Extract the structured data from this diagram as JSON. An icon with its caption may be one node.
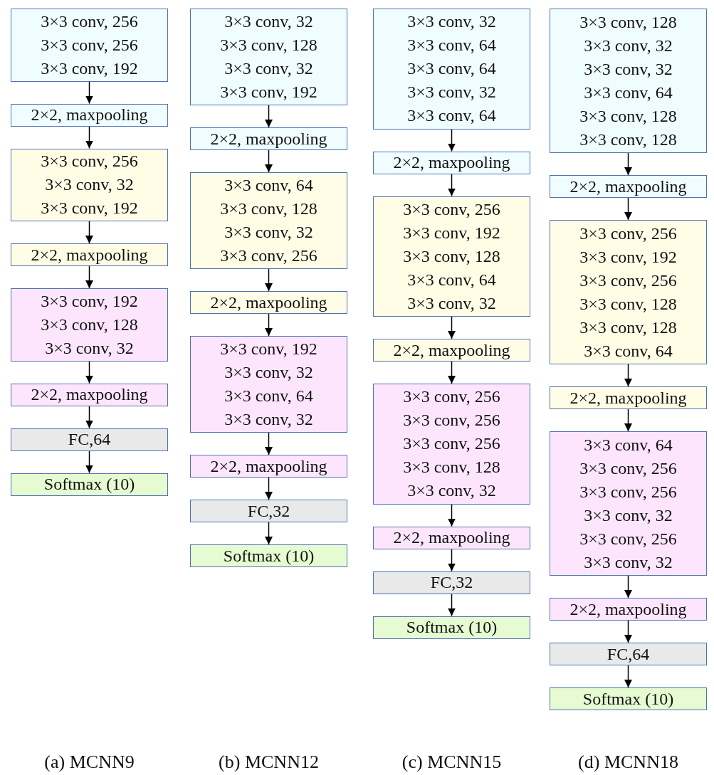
{
  "diagram": {
    "nodes": [
      {
        "text": [
          "3×3 conv, 256",
          "3×3 conv, 256",
          "3×3 conv, 192"
        ]
      },
      {
        "text": [
          "2×2, maxpooling"
        ]
      },
      {
        "text": [
          "3×3 conv, 256",
          "3×3 conv, 32",
          "3×3 conv, 192"
        ]
      },
      {
        "text": [
          "2×2, maxpooling"
        ]
      },
      {
        "text": [
          "3×3 conv, 192",
          "3×3 conv, 128",
          "3×3 conv, 32"
        ]
      },
      {
        "text": [
          "2×2, maxpooling"
        ]
      },
      {
        "text": [
          "FC,64"
        ]
      },
      {
        "text": [
          "Softmax (10)"
        ]
      },
      {
        "text": [
          "3×3 conv, 32",
          "3×3 conv, 128",
          "3×3 conv, 32",
          "3×3 conv, 192"
        ]
      },
      {
        "text": [
          "2×2, maxpooling"
        ]
      },
      {
        "text": [
          "3×3 conv, 64",
          "3×3 conv, 128",
          "3×3 conv, 32",
          "3×3 conv, 256"
        ]
      },
      {
        "text": [
          "2×2, maxpooling"
        ]
      },
      {
        "text": [
          "3×3 conv, 192",
          "3×3 conv, 32",
          "3×3 conv, 64",
          "3×3 conv, 32"
        ]
      },
      {
        "text": [
          "2×2, maxpooling"
        ]
      },
      {
        "text": [
          "FC,32"
        ]
      },
      {
        "text": [
          "Softmax (10)"
        ]
      },
      {
        "text": [
          "3×3 conv, 32",
          "3×3 conv, 64",
          "3×3 conv, 64",
          "3×3 conv, 32",
          "3×3 conv, 64"
        ]
      },
      {
        "text": [
          "2×2, maxpooling"
        ]
      },
      {
        "text": [
          "3×3 conv, 256",
          "3×3 conv, 192",
          "3×3 conv, 128",
          "3×3 conv, 64",
          "3×3 conv, 32"
        ]
      },
      {
        "text": [
          "2×2, maxpooling"
        ]
      },
      {
        "text": [
          "3×3 conv, 256",
          "3×3 conv, 256",
          "3×3 conv, 256",
          "3×3 conv, 128",
          "3×3 conv, 32"
        ]
      },
      {
        "text": [
          "2×2, maxpooling"
        ]
      },
      {
        "text": [
          "FC,32"
        ]
      },
      {
        "text": [
          "Softmax (10)"
        ]
      },
      {
        "text": [
          "3×3 conv, 128",
          "3×3 conv, 32",
          "3×3 conv, 32",
          "3×3 conv, 64",
          "3×3 conv, 128",
          "3×3 conv, 128"
        ]
      },
      {
        "text": [
          "2×2, maxpooling"
        ]
      },
      {
        "text": [
          "3×3 conv, 256",
          "3×3 conv, 192",
          "3×3 conv, 256",
          "3×3 conv, 128",
          "3×3 conv, 128",
          "3×3 conv, 64"
        ]
      },
      {
        "text": [
          "2×2, maxpooling"
        ]
      },
      {
        "text": [
          "3×3 conv, 64",
          "3×3 conv, 256",
          "3×3 conv, 256",
          "3×3 conv, 32",
          "3×3 conv, 256",
          "3×3 conv, 32"
        ]
      },
      {
        "text": [
          "2×2, maxpooling"
        ]
      },
      {
        "text": [
          "FC,64"
        ]
      },
      {
        "text": [
          "Softmax (10)"
        ]
      }
    ],
    "edges": [
      {
        "from": 0,
        "to": 1,
        "arrow": "to"
      },
      {
        "from": 1,
        "to": 2,
        "arrow": "to"
      },
      {
        "from": 2,
        "to": 3,
        "arrow": "to"
      },
      {
        "from": 3,
        "to": 4,
        "arrow": "to"
      },
      {
        "from": 4,
        "to": 5,
        "arrow": "to"
      },
      {
        "from": 5,
        "to": 6,
        "arrow": "to"
      },
      {
        "from": 6,
        "to": 7,
        "arrow": "to"
      },
      {
        "from": 8,
        "to": 9,
        "arrow": "to"
      },
      {
        "from": 9,
        "to": 10,
        "arrow": "to"
      },
      {
        "from": 10,
        "to": 11,
        "arrow": "to"
      },
      {
        "from": 11,
        "to": 12,
        "arrow": "to"
      },
      {
        "from": 12,
        "to": 13,
        "arrow": "to"
      },
      {
        "from": 13,
        "to": 14,
        "arrow": "to"
      },
      {
        "from": 14,
        "to": 15,
        "arrow": "to"
      },
      {
        "from": 16,
        "to": 17,
        "arrow": "to"
      },
      {
        "from": 17,
        "to": 18,
        "arrow": "to"
      },
      {
        "from": 18,
        "to": 19,
        "arrow": "to"
      },
      {
        "from": 19,
        "to": 20,
        "arrow": "to"
      },
      {
        "from": 20,
        "to": 21,
        "arrow": "to"
      },
      {
        "from": 21,
        "to": 22,
        "arrow": "to"
      },
      {
        "from": 22,
        "to": 23,
        "arrow": "to"
      },
      {
        "from": 24,
        "to": 25,
        "arrow": "to"
      },
      {
        "from": 25,
        "to": 26,
        "arrow": "to"
      },
      {
        "from": 26,
        "to": 27,
        "arrow": "to"
      },
      {
        "from": 27,
        "to": 28,
        "arrow": "to"
      },
      {
        "from": 28,
        "to": 29,
        "arrow": "to"
      },
      {
        "from": 29,
        "to": 30,
        "arrow": "to"
      },
      {
        "from": 30,
        "to": 31,
        "arrow": "to"
      }
    ],
    "labels": [
      "(a) MCNN9",
      "(b) MCNN12",
      "(c) MCNN15",
      "(d) MCNN18"
    ]
  }
}
